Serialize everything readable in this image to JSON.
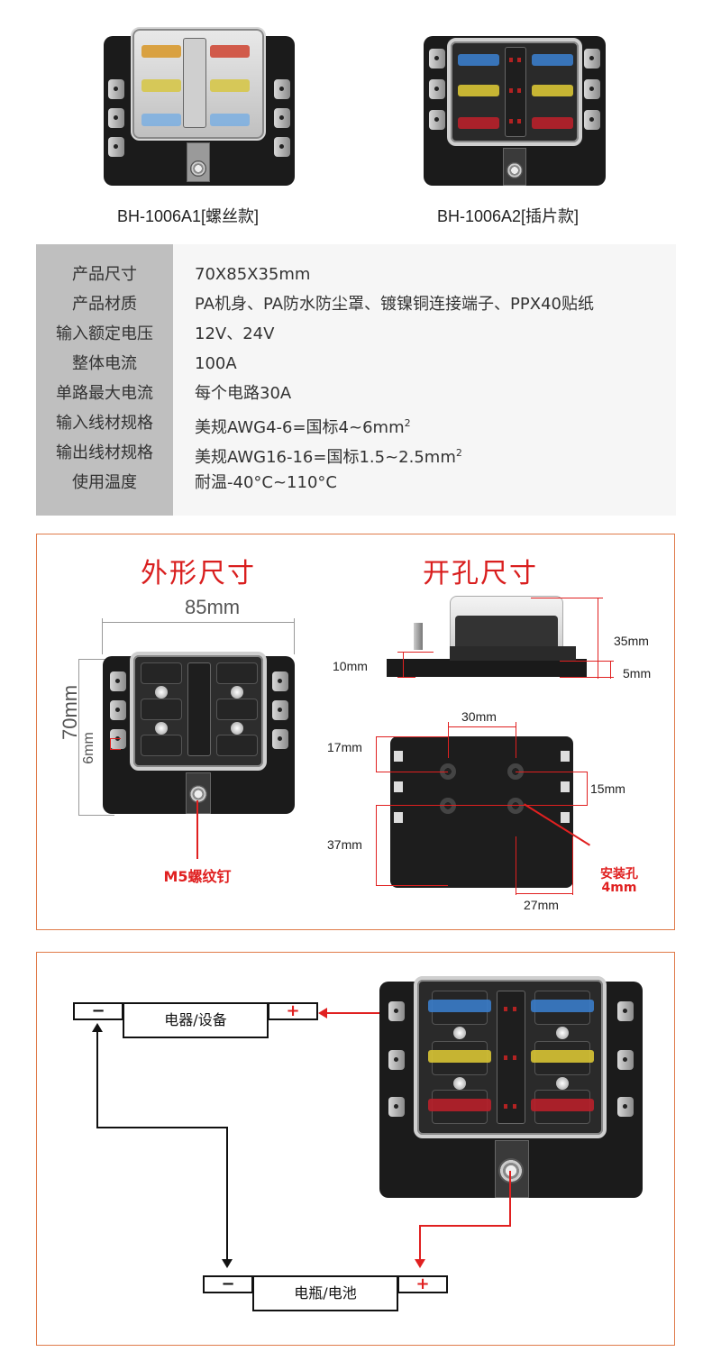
{
  "products": [
    {
      "model": "BH-1006A1[螺丝款]",
      "type": "screw-terminal",
      "fuse_colors": [
        "#d89a30",
        "#cf4b3a",
        "#d6c64a",
        "#d6c64a",
        "#7fb0e0",
        "#7fb0e0"
      ]
    },
    {
      "model": "BH-1006A2[插片款]",
      "type": "blade-terminal",
      "fuse_colors": [
        "#3a7cc9",
        "#3a7cc9",
        "#d8c434",
        "#d8c434",
        "#b8202a",
        "#b8202a"
      ]
    }
  ],
  "specs": [
    {
      "label": "产品尺寸",
      "value": "70X85X35mm"
    },
    {
      "label": "产品材质",
      "value": "PA机身、PA防水防尘罩、镀镍铜连接端子、PPX40贴纸"
    },
    {
      "label": "输入额定电压",
      "value": "12V、24V"
    },
    {
      "label": "整体电流",
      "value": "100A"
    },
    {
      "label": "单路最大电流",
      "value": "每个电路30A"
    },
    {
      "label": "输入线材规格",
      "value": "美规AWG4-6=国标4~6mm",
      "sup": "2"
    },
    {
      "label": "输出线材规格",
      "value": "美规AWG16-16=国标1.5~2.5mm",
      "sup": "2"
    },
    {
      "label": "使用温度",
      "value": "耐温-40°C~110°C"
    }
  ],
  "dimensions": {
    "outline_title": "外形尺寸",
    "hole_title": "开孔尺寸",
    "width": "85mm",
    "height": "70mm",
    "terminal": "6mm",
    "screw_label": "M5螺纹钉",
    "side_total": "35mm",
    "side_base": "5mm",
    "side_left": "10mm",
    "hole_spacing_x": "30mm",
    "top_offset": "17mm",
    "hole_spacing_y": "15mm",
    "bottom_offset": "37mm",
    "right_offset": "27mm",
    "mount_hole_label": "安装孔",
    "mount_hole_size": "4mm"
  },
  "wiring": {
    "device_label": "电器/设备",
    "battery_label": "电瓶/电池",
    "minus": "−",
    "plus": "+"
  },
  "colors": {
    "accent_red": "#e02020",
    "panel_border": "#e07b4a",
    "spec_label_bg": "#bfbfbf",
    "spec_value_bg": "#f6f6f6"
  }
}
